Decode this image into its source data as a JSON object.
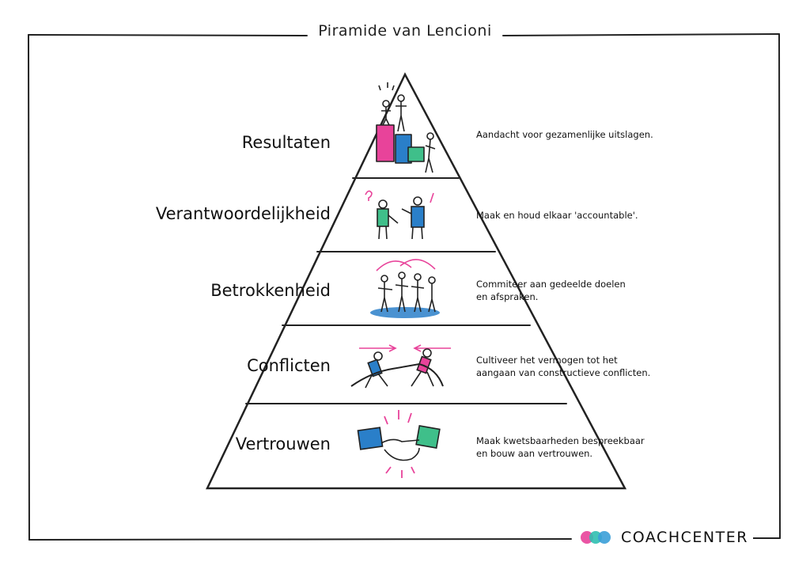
{
  "title": "Piramide van Lencioni",
  "levels": [
    {
      "label": "Resultaten",
      "description": "Aandacht voor gezamenlijke uitslagen.",
      "icon": "podium-icon"
    },
    {
      "label": "Verantwoordelijkheid",
      "description": "Maak en houd elkaar 'accountable'.",
      "icon": "discussion-icon"
    },
    {
      "label": "Betrokkenheid",
      "description": "Commiteer aan gedeelde doelen\nen afspraken.",
      "icon": "group-circle-icon"
    },
    {
      "label": "Conflicten",
      "description": "Cultiveer het vermogen tot het\naangaan van constructieve conflicten.",
      "icon": "tug-of-war-icon"
    },
    {
      "label": "Vertrouwen",
      "description": "Maak kwetsbaarheden bespreekbaar\nen bouw aan vertrouwen.",
      "icon": "handshake-icon"
    }
  ],
  "brand": {
    "name": "COACHCENTER",
    "dot_colors": [
      "#e8439a",
      "#2fbfb0",
      "#3a9fd8"
    ]
  },
  "colors": {
    "pink": "#e8439a",
    "teal": "#2fbfb0",
    "blue": "#2a7fc9",
    "green": "#3fbf8a"
  }
}
